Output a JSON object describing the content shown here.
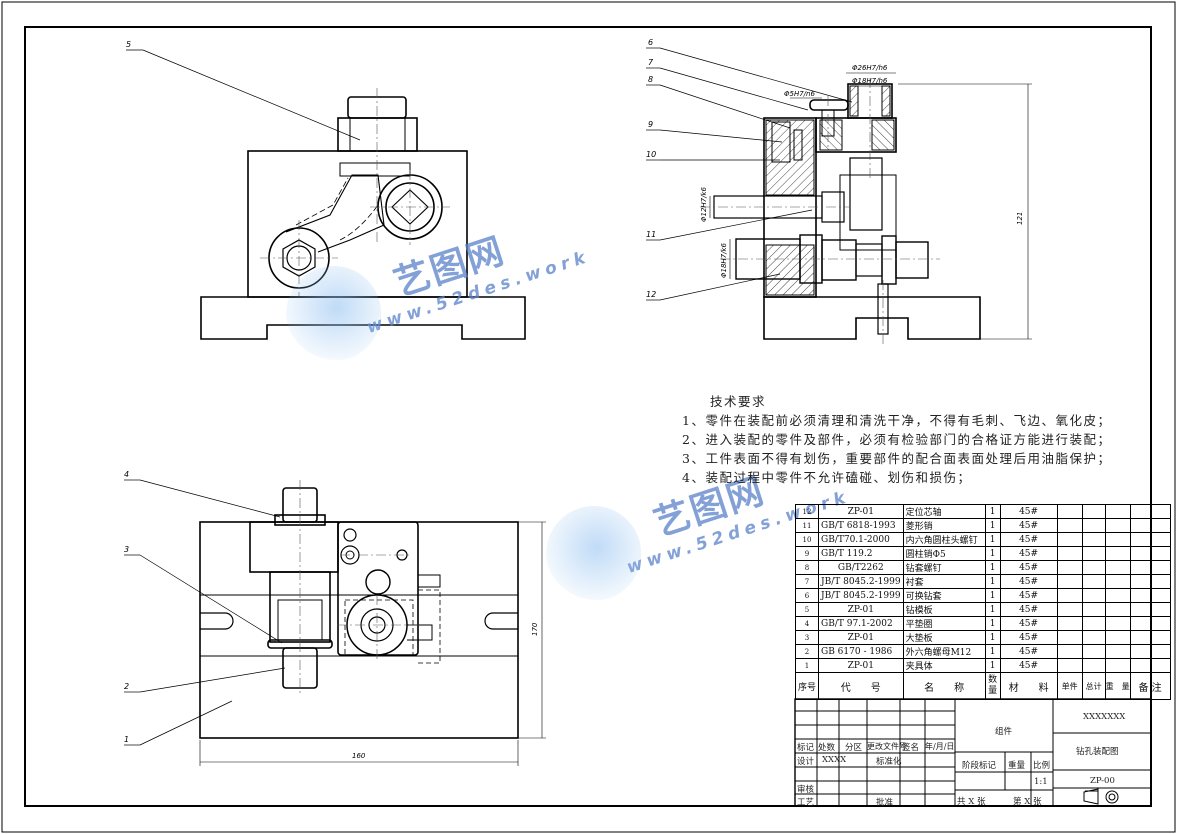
{
  "callouts": {
    "c1": "1",
    "c2": "2",
    "c3": "3",
    "c4": "4",
    "c5": "5",
    "c6": "6",
    "c7": "7",
    "c8": "8",
    "c9": "9",
    "c10": "10",
    "c11": "11",
    "c12": "12"
  },
  "dims": {
    "d_phi26": "Φ26H7/h6",
    "d_phi18": "Φ18H7/h6",
    "d_phi5": "Φ5H7/n6",
    "d_phi12": "Φ12H7/k6",
    "d_phi18b": "Φ18H7/k6",
    "d_121": "121",
    "d_170": "170",
    "d_160": "160"
  },
  "tech": {
    "title": "技术要求",
    "items": [
      "1、零件在装配前必须清理和清洗干净，不得有毛刺、飞边、氧化皮；",
      "2、进入装配的零件及部件，必须有检验部门的合格证方能进行装配；",
      "3、工件表面不得有划伤，重要部件的配合面表面处理后用油脂保护；",
      "4、装配过程中零件不允许磕碰、划伤和损伤；"
    ]
  },
  "bom": {
    "rows": [
      {
        "no": "12",
        "code": "ZP-01",
        "name": "定位芯轴",
        "qty": "1",
        "mat": "45#"
      },
      {
        "no": "11",
        "code": "GB/T 6818-1993",
        "name": "菱形销",
        "qty": "1",
        "mat": "45#"
      },
      {
        "no": "10",
        "code": "GB/T70.1-2000",
        "name": "内六角圆柱头螺钉",
        "qty": "1",
        "mat": "45#"
      },
      {
        "no": "9",
        "code": "GB/T 119.2",
        "name": "圆柱销Φ5",
        "qty": "1",
        "mat": "45#"
      },
      {
        "no": "8",
        "code": "GB/T2262",
        "name": "钻套螺钉",
        "qty": "1",
        "mat": "45#"
      },
      {
        "no": "7",
        "code": "JB/T 8045.2-1999",
        "name": "衬套",
        "qty": "1",
        "mat": "45#"
      },
      {
        "no": "6",
        "code": "JB/T 8045.2-1999",
        "name": "可换钻套",
        "qty": "1",
        "mat": "45#"
      },
      {
        "no": "5",
        "code": "ZP-01",
        "name": "钻模板",
        "qty": "1",
        "mat": "45#"
      },
      {
        "no": "4",
        "code": "GB/T 97.1-2002",
        "name": "平垫圈",
        "qty": "1",
        "mat": "45#"
      },
      {
        "no": "3",
        "code": "ZP-01",
        "name": "大垫板",
        "qty": "1",
        "mat": "45#"
      },
      {
        "no": "2",
        "code": "GB 6170 - 1986",
        "name": "外六角螺母M12",
        "qty": "1",
        "mat": "45#"
      },
      {
        "no": "1",
        "code": "ZP-01",
        "name": "夹具体",
        "qty": "1",
        "mat": "45#"
      }
    ],
    "header": {
      "no": "序号",
      "code": "代　　号",
      "name": "名　　称",
      "qty": "数量",
      "mat": "材　　料",
      "unit": "单件",
      "total": "总计",
      "weight": "重　量",
      "remark": "备 注"
    }
  },
  "titleblock": {
    "mark": "标记",
    "count": "处数",
    "zone": "分区",
    "docno": "更改文件号",
    "sign": "签名",
    "date": "年/月/日",
    "design": "设计",
    "designer": "XXXX",
    "std": "标准化",
    "check": "审核",
    "process": "工艺",
    "approve": "批准",
    "stage": "阶段标记",
    "weight": "重量",
    "scale": "比例",
    "scale_val": "1:1",
    "sheets": "共 X 张",
    "sheet": "第 X 张",
    "group": "组件",
    "company": "XXXXXXX",
    "drawing_name": "钻孔装配图",
    "drawing_no": "ZP-00"
  },
  "watermark": {
    "cn": "艺图网",
    "url": "www.52des.work"
  },
  "colors": {
    "line": "#000000",
    "center": "#555555",
    "hatch": "#444444",
    "watermark": "#5a82c8"
  }
}
